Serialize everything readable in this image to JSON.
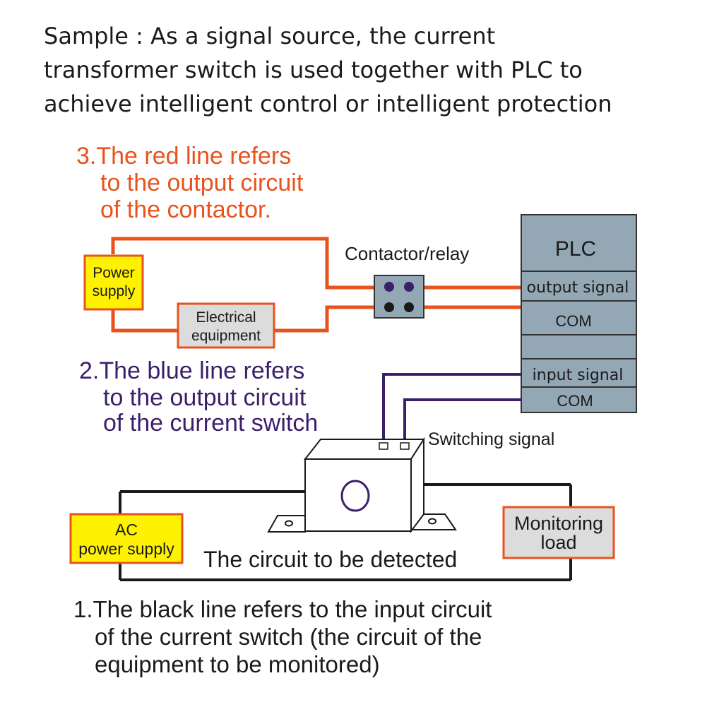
{
  "heading": {
    "line1": "Sample : As a signal source, the current",
    "line2": "transformer switch is used together with PLC  to",
    "line3": "achieve  intelligent control or intelligent protection"
  },
  "note_red": {
    "line1": "3.The red line refers",
    "line2": "to the output circuit",
    "line3": "of the contactor."
  },
  "note_blue": {
    "line1": "2.The blue line refers",
    "line2": "to the output circuit",
    "line3": "of the current switch"
  },
  "note_black": {
    "line1": "1.The black line refers to the input circuit",
    "line2": "of the current switch (the circuit of the",
    "line3": "equipment to be monitored)"
  },
  "power_supply": {
    "line1": "Power",
    "line2": "supply"
  },
  "electrical_equipment": {
    "line1": "Electrical",
    "line2": "equipment"
  },
  "contactor_label": "Contactor/relay",
  "plc": {
    "title": "PLC",
    "output_signal": "output signal",
    "com1": "COM",
    "input_signal": "input signal",
    "com2": "COM"
  },
  "switching_signal": "Switching signal",
  "ac_power_supply": {
    "line1": "AC",
    "line2": "power supply"
  },
  "monitoring_load": {
    "line1": "Monitoring",
    "line2": "load"
  },
  "detected_circuit": "The circuit to be detected",
  "colors": {
    "red_wire": "#e8531d",
    "blue_wire": "#3b1f6b",
    "black_wire": "#1a1a1a",
    "yellow_box": "#fff200",
    "gray_box": "#dcdcdc",
    "plc_box": "#93a7b5",
    "red_text": "#e8531d",
    "blue_text": "#3b1f6b"
  }
}
